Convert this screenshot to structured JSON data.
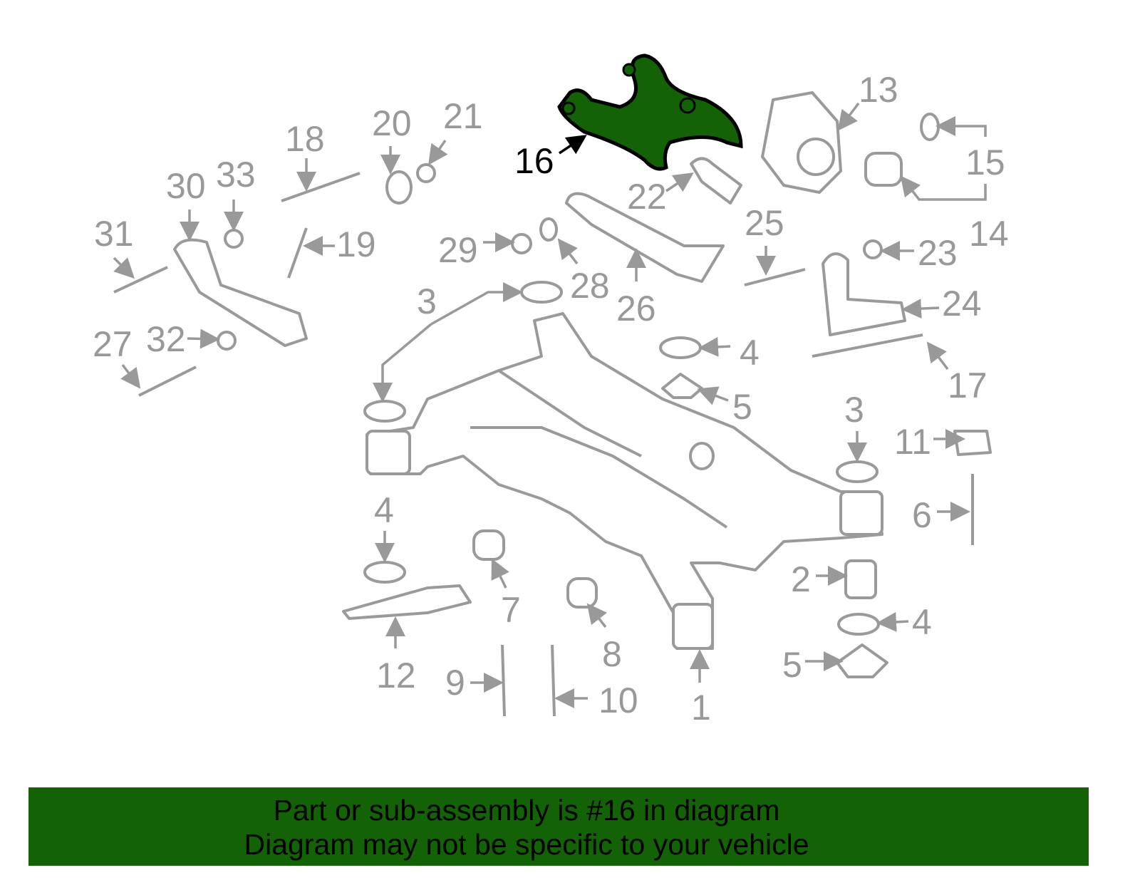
{
  "colors": {
    "highlight": "#136206",
    "line": "#999999",
    "banner": "#136206"
  },
  "highlighted_part": "16",
  "labels": [
    "16",
    "13",
    "15",
    "14",
    "18",
    "20",
    "21",
    "30",
    "33",
    "31",
    "19",
    "29",
    "28",
    "26",
    "22",
    "25",
    "23",
    "24",
    "3",
    "4",
    "5",
    "17",
    "27",
    "32",
    "3",
    "11",
    "6",
    "4",
    "2",
    "4",
    "5",
    "7",
    "8",
    "12",
    "9",
    "10",
    "1"
  ],
  "banner": {
    "line1": "Part or sub-assembly is #16 in diagram",
    "line2": "Diagram may not be specific to your vehicle"
  }
}
